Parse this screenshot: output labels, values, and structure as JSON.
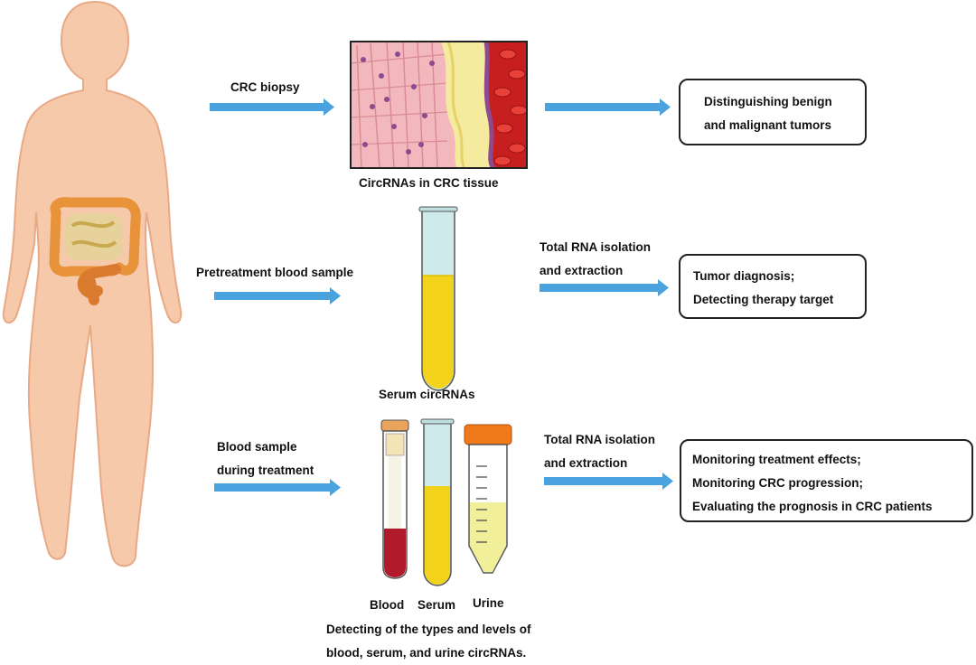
{
  "colors": {
    "arrow": "#4aa3de",
    "body_fill": "#f5c9aa",
    "body_stroke": "#e8a987",
    "intestine": "#e8923a",
    "serum": "#f2d21a",
    "blood": "#b01a2a",
    "urine": "#f1ef9a",
    "cap_orange": "#f07a1a",
    "tube_glass": "#cfeaea"
  },
  "icons": [
    "human-body-icon",
    "intestine-icon",
    "tissue-micrograph-icon",
    "test-tube-icon",
    "urine-container-icon"
  ],
  "row1": {
    "arrow_label": "CRC biopsy",
    "image_caption": "CircRNAs in CRC tissue",
    "result": [
      "Distinguishing benign",
      "and malignant tumors"
    ]
  },
  "row2": {
    "arrow_label": "Pretreatment blood sample",
    "image_caption": "Serum circRNAs",
    "process_label": [
      "Total RNA isolation",
      "and extraction"
    ],
    "result": [
      "Tumor diagnosis;",
      "Detecting therapy target"
    ]
  },
  "row3": {
    "arrow_label": [
      "Blood sample",
      "during treatment"
    ],
    "tube_labels": [
      "Blood",
      "Serum",
      "Urine"
    ],
    "caption": [
      "Detecting of the types and levels of",
      "blood, serum, and urine circRNAs."
    ],
    "process_label": [
      "Total RNA isolation",
      "and extraction"
    ],
    "result": [
      "Monitoring treatment effects;",
      "Monitoring CRC progression;",
      "Evaluating the prognosis in CRC patients"
    ]
  }
}
